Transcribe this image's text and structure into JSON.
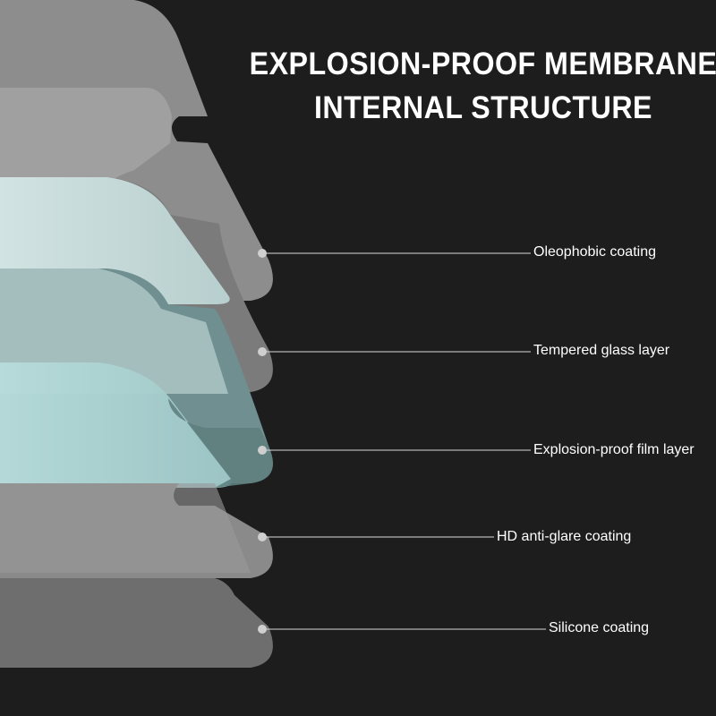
{
  "title": {
    "line1": "EXPLOSION-PROOF MEMBRANE",
    "line2": "INTERNAL STRUCTURE"
  },
  "layers": [
    {
      "label": "Oleophobic coating",
      "color": "#8f8f8f"
    },
    {
      "label": "Tempered glass layer",
      "color": "#8a8a8a"
    },
    {
      "label": "Explosion-proof film layer",
      "color": "#7fa5a5"
    },
    {
      "label": "HD anti-glare coating",
      "color": "#8b8b8b"
    },
    {
      "label": "Silicone coating",
      "color": "#7e7e7e"
    }
  ],
  "colors": {
    "background": "#1d1d1d",
    "text": "#ffffff",
    "leader_line": "#d9d9d9",
    "dot": "#cfcfcf"
  }
}
